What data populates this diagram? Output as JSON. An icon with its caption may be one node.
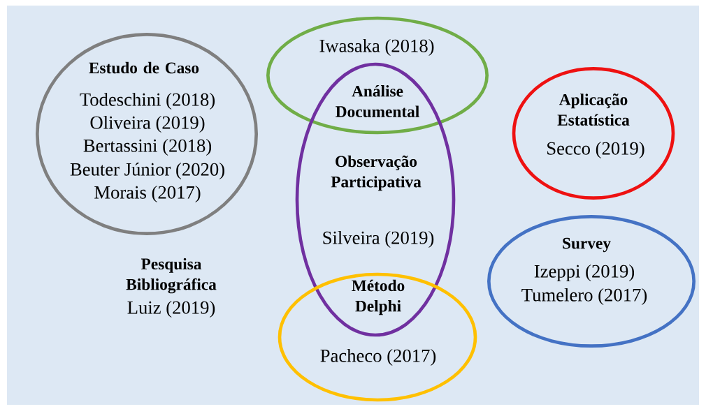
{
  "diagram": {
    "nodes": [
      {
        "text": [
          "Estudo de Caso",
          "Todeschini (2018)",
          "Oliveira (2019)",
          "Bertassini (2018)",
          "Beuter Júnior (2020)",
          "Morais (2017)"
        ]
      },
      {
        "text": [
          "Iwasaka (2018)",
          "Análise Documental"
        ]
      },
      {
        "text": [
          "Observação Participativa",
          "Silveira (2019)"
        ]
      },
      {
        "text": [
          "Aplicação Estatística",
          "Secco (2019)"
        ]
      },
      {
        "text": [
          "Survey",
          "Izeppi (2019)",
          "Tumelero (2017)"
        ]
      },
      {
        "text": [
          "Método Delphi",
          "Pacheco (2017)"
        ]
      }
    ],
    "labels": [
      "Pesquisa Bibliográfica",
      "Luiz (2019)"
    ]
  }
}
